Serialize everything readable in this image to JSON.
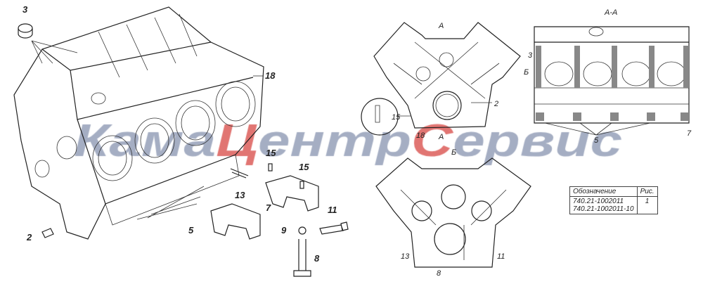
{
  "watermark": {
    "part1": "Кама",
    "part2": "Ц",
    "part3": "ентр",
    "part4": "С",
    "part5": "ервис",
    "gray": "#8e9ab4",
    "red": "#d9534f"
  },
  "left_view": {
    "callouts": [
      "3",
      "18",
      "2",
      "5",
      "13",
      "15",
      "15",
      "7",
      "9",
      "11",
      "8"
    ]
  },
  "front_view": {
    "section_mark_top": "А",
    "section_mark_bottom": "А",
    "view_mark": "Б",
    "callouts": [
      "2",
      "15",
      "18"
    ]
  },
  "bottom_view": {
    "callouts": [
      "13",
      "8",
      "11"
    ]
  },
  "section_view": {
    "title": "А-А",
    "view_mark": "Б",
    "callouts": [
      "3",
      "7",
      "5"
    ]
  },
  "spec_table": {
    "headers": [
      "Обозначение",
      "Рис."
    ],
    "rows": [
      {
        "designation": "740.21-1002011",
        "fig": "1"
      },
      {
        "designation": "740.21-1002011-10",
        "fig": ""
      }
    ]
  }
}
